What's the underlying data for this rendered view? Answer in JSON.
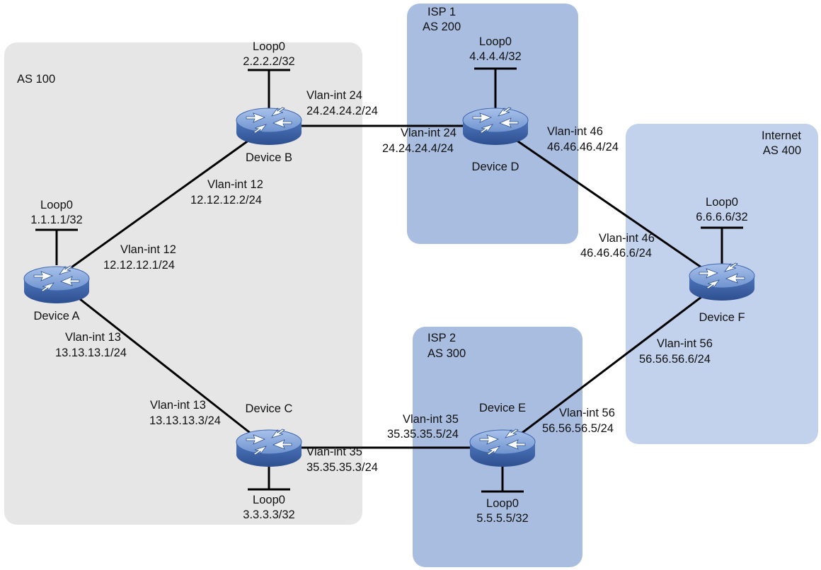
{
  "areas": {
    "as100": {
      "line1": "AS 100",
      "line2": "",
      "color": "#e6e6e6"
    },
    "isp1": {
      "line1": "ISP 1",
      "line2": "AS 200",
      "color": "#a9bde0"
    },
    "isp2": {
      "line1": "ISP 2",
      "line2": "AS 300",
      "color": "#a9bde0"
    },
    "internet": {
      "line1": "Internet",
      "line2": "AS 400",
      "color": "#c2d1ec"
    }
  },
  "devices": {
    "a": {
      "name": "Device A",
      "loop_label": "Loop0",
      "loop_ip": "1.1.1.1/32"
    },
    "b": {
      "name": "Device B",
      "loop_label": "Loop0",
      "loop_ip": "2.2.2.2/32"
    },
    "c": {
      "name": "Device C",
      "loop_label": "Loop0",
      "loop_ip": "3.3.3.3/32"
    },
    "d": {
      "name": "Device D",
      "loop_label": "Loop0",
      "loop_ip": "4.4.4.4/32"
    },
    "e": {
      "name": "Device E",
      "loop_label": "Loop0",
      "loop_ip": "5.5.5.5/32"
    },
    "f": {
      "name": "Device F",
      "loop_label": "Loop0",
      "loop_ip": "6.6.6.6/32"
    }
  },
  "links": {
    "ab": {
      "a": {
        "iface": "Vlan-int 12",
        "ip": "12.12.12.1/24"
      },
      "b": {
        "iface": "Vlan-int 12",
        "ip": "12.12.12.2/24"
      }
    },
    "ac": {
      "a": {
        "iface": "Vlan-int 13",
        "ip": "13.13.13.1/24"
      },
      "c": {
        "iface": "Vlan-int 13",
        "ip": "13.13.13.3/24"
      }
    },
    "bd": {
      "b": {
        "iface": "Vlan-int 24",
        "ip": "24.24.24.2/24"
      },
      "d": {
        "iface": "Vlan-int 24",
        "ip": "24.24.24.4/24"
      }
    },
    "ce": {
      "c": {
        "iface": "Vlan-int 35",
        "ip": "35.35.35.3/24"
      },
      "e": {
        "iface": "Vlan-int 35",
        "ip": "35.35.35.5/24"
      }
    },
    "df": {
      "d": {
        "iface": "Vlan-int 46",
        "ip": "46.46.46.4/24"
      },
      "f": {
        "iface": "Vlan-int 46",
        "ip": "46.46.46.6/24"
      }
    },
    "ef": {
      "e": {
        "iface": "Vlan-int 56",
        "ip": "56.56.56.5/24"
      },
      "f": {
        "iface": "Vlan-int 56",
        "ip": "56.56.56.6/24"
      }
    }
  },
  "colors": {
    "link": "#000000",
    "router_body": "#4a71b8",
    "router_top": "#86a7dd",
    "router_arrow": "#ffffff"
  }
}
